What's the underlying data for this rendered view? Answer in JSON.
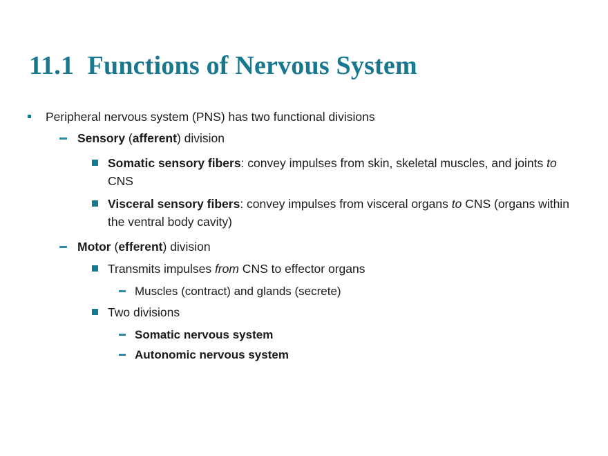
{
  "slide": {
    "title": "11.1  Functions of Nervous System",
    "accent_color": "#17788F",
    "text_color": "#1A1A1A",
    "background_color": "#FFFFFF",
    "outline": [
      {
        "level": 1,
        "marker": "dot-bullet",
        "text": "Peripheral nervous system (PNS) has two functional divisions"
      },
      {
        "level": 2,
        "marker": "dash-bullet",
        "text_parts": [
          {
            "text": "Sensory",
            "style": "bold"
          },
          {
            "text": " (",
            "style": "normal"
          },
          {
            "text": "afferent",
            "style": "bold"
          },
          {
            "text": ") division",
            "style": "normal"
          }
        ],
        "plain": "Sensory (afferent) division"
      },
      {
        "level": 3,
        "marker": "square-bullet",
        "text_parts": [
          {
            "text": "Somatic sensory fibers",
            "style": "bold"
          },
          {
            "text": ": convey impulses from skin, skeletal muscles, and joints ",
            "style": "normal"
          },
          {
            "text": "to",
            "style": "italic"
          },
          {
            "text": " CNS",
            "style": "normal"
          }
        ],
        "plain": "Somatic sensory fibers: convey impulses from skin, skeletal muscles, and joints to CNS"
      },
      {
        "level": 3,
        "marker": "square-bullet",
        "text_parts": [
          {
            "text": "Visceral sensory fibers",
            "style": "bold"
          },
          {
            "text": ": convey impulses from visceral organs ",
            "style": "normal"
          },
          {
            "text": "to",
            "style": "italic"
          },
          {
            "text": " CNS (organs within the ventral body cavity)",
            "style": "normal"
          }
        ],
        "plain": "Visceral sensory fibers: convey impulses from visceral organs to CNS (organs within the ventral body cavity)"
      },
      {
        "level": 2,
        "marker": "dash-bullet",
        "text_parts": [
          {
            "text": "Motor",
            "style": "bold"
          },
          {
            "text": " (",
            "style": "normal"
          },
          {
            "text": "efferent",
            "style": "bold"
          },
          {
            "text": ") division",
            "style": "normal"
          }
        ],
        "plain": "Motor (efferent) division"
      },
      {
        "level": 3,
        "marker": "square-bullet",
        "text_parts": [
          {
            "text": "Transmits impulses ",
            "style": "normal"
          },
          {
            "text": "from",
            "style": "italic"
          },
          {
            "text": " CNS to effector organs",
            "style": "normal"
          }
        ],
        "plain": "Transmits impulses from CNS to effector organs"
      },
      {
        "level": 4,
        "marker": "dash-bullet",
        "text": "Muscles (contract) and glands (secrete)"
      },
      {
        "level": 3,
        "marker": "square-bullet",
        "text": "Two divisions"
      },
      {
        "level": 4,
        "marker": "dash-bullet",
        "text": "Somatic nervous system",
        "style": "bold"
      },
      {
        "level": 4,
        "marker": "dash-bullet",
        "text": "Autonomic nervous system",
        "style": "bold"
      }
    ]
  }
}
